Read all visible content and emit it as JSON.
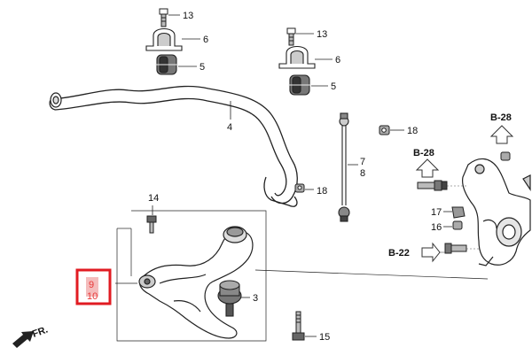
{
  "diagram": {
    "part_callouts": {
      "c13a": "13",
      "c6a": "6",
      "c5a": "5",
      "c13b": "13",
      "c6b": "6",
      "c5b": "5",
      "c4": "4",
      "c18a": "18",
      "c7": "7",
      "c8": "8",
      "c18b": "18",
      "c14": "14",
      "c17": "17",
      "c16": "16",
      "c3": "3",
      "c15": "15"
    },
    "section_refs": {
      "b28_top": "B-28",
      "b28_left": "B-28",
      "b22": "B-22"
    },
    "highlighted_callout": {
      "top": "9",
      "bottom": "10",
      "border_color": "#e11b22"
    },
    "direction_label": "FR."
  }
}
